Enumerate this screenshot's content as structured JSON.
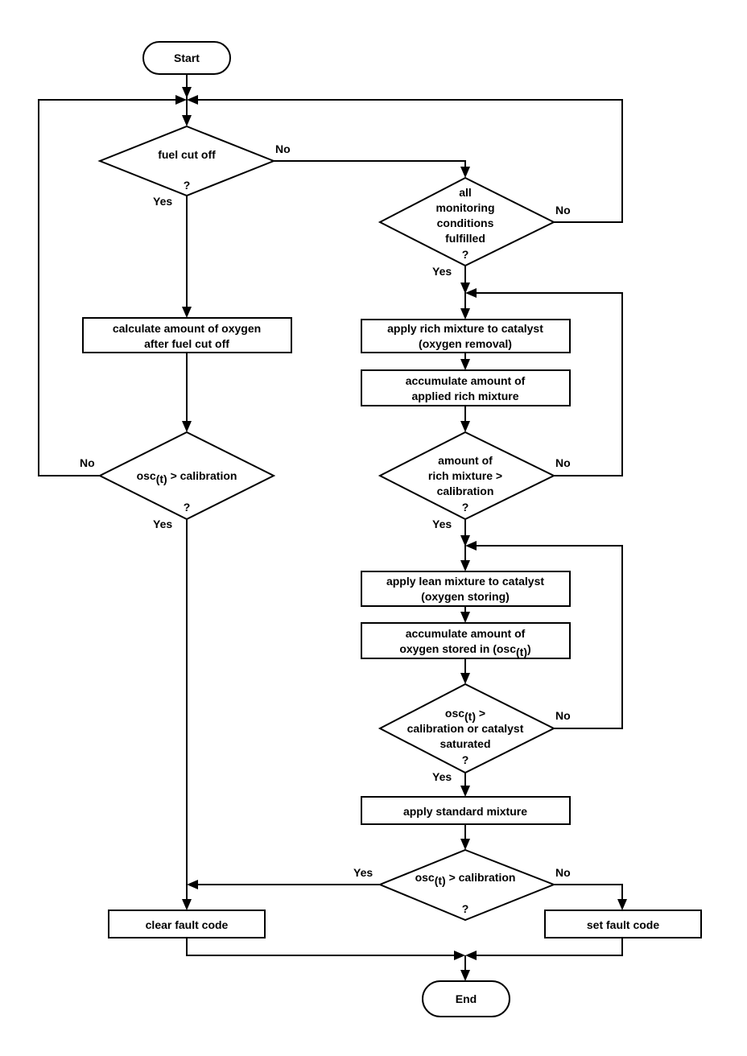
{
  "nodes": {
    "start": "Start",
    "end": "End",
    "fuel_cut": {
      "line1": "fuel cut off",
      "q": "?"
    },
    "monitoring": {
      "line1": "all",
      "line2": "monitoring",
      "line3": "conditions",
      "line4": "fulfilled",
      "q": "?"
    },
    "calc_oxygen": {
      "line1": "calculate amount of oxygen",
      "line2": "after fuel cut off"
    },
    "osc_check_left": {
      "pre": "osc",
      "sub": "(t)",
      "post": " > calibration",
      "q": "?"
    },
    "rich_apply": {
      "line1": "apply rich mixture to catalyst",
      "line2": "(oxygen removal)"
    },
    "rich_accumulate": {
      "line1": "accumulate amount of",
      "line2": "applied rich mixture"
    },
    "rich_check": {
      "line1": "amount of",
      "line2": "rich mixture >",
      "line3": "calibration",
      "q": "?"
    },
    "lean_apply": {
      "line1": "apply lean mixture to catalyst",
      "line2": "(oxygen storing)"
    },
    "lean_accumulate": {
      "line1": "accumulate amount of",
      "line2_pre": "oxygen stored in (osc",
      "line2_sub": "(t)",
      "line2_post": ")"
    },
    "osc_sat_check": {
      "pre": "osc",
      "sub": "(t)",
      "post": " >",
      "line2": "calibration  or catalyst",
      "line3": "saturated",
      "q": "?"
    },
    "standard": {
      "line1": "apply standard mixture"
    },
    "osc_final": {
      "pre": "osc",
      "sub": "(t)",
      "post": " > calibration",
      "q": "?"
    },
    "clear_fault": {
      "line1": "clear fault code"
    },
    "set_fault": {
      "line1": "set fault code"
    }
  },
  "labels": {
    "yes": "Yes",
    "no": "No"
  }
}
